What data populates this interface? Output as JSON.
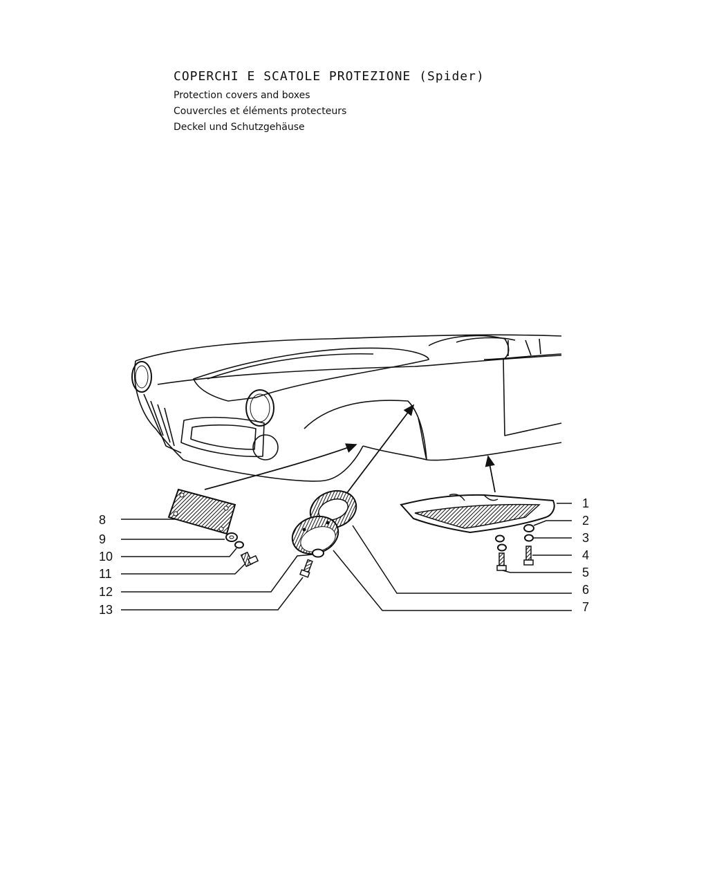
{
  "header": {
    "title_main": "COPERCHI E SCATOLE PROTEZIONE",
    "title_variant": "(Spider)",
    "subtitles": [
      "Protection covers and boxes",
      "Couvercles et éléments protecteurs",
      "Deckel und Schutzgehäuse"
    ]
  },
  "callouts_right": [
    "1",
    "2",
    "3",
    "4",
    "5",
    "6",
    "7"
  ],
  "callouts_left": [
    "8",
    "9",
    "10",
    "11",
    "12",
    "13"
  ],
  "colors": {
    "ink": "#111111",
    "paper": "#ffffff"
  }
}
